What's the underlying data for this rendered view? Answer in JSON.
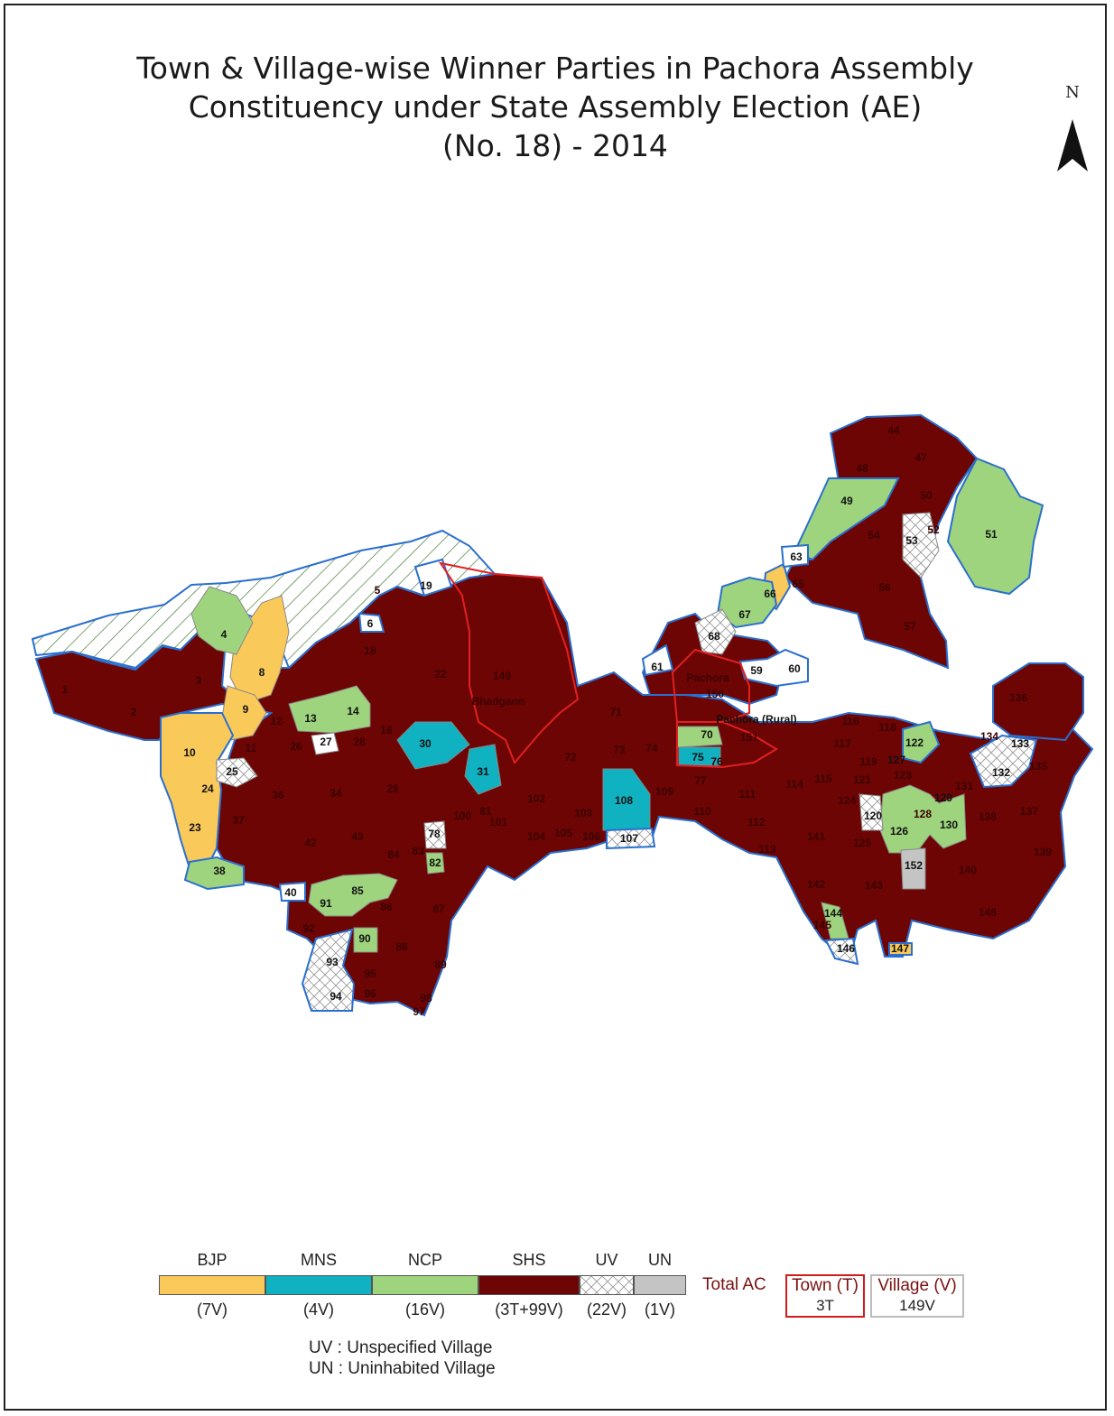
{
  "title": {
    "line1": "Town & Village-wise Winner Parties in Pachora Assembly",
    "line2": "Constituency under State Assembly Election (AE)",
    "line3": "(No. 18) - 2014"
  },
  "north_label": "N",
  "colors": {
    "bjp": "#f9c95a",
    "mns": "#10b1c0",
    "ncp": "#9fd47e",
    "shs": "#6e0505",
    "uv": "#ffffff",
    "un": "#c4c4c4",
    "town_border": "#e02020",
    "outline": "#2a6fcf"
  },
  "map_labels": {
    "towns": [
      "Bhadgaon",
      "Pachora",
      "Pachora (Rural)"
    ],
    "bjp_villages": [
      "8",
      "9",
      "10",
      "23",
      "24",
      "66",
      "147"
    ],
    "mns_villages": [
      "30",
      "31",
      "75",
      "108"
    ],
    "ncp_villages": [
      "4",
      "13",
      "14",
      "38",
      "49",
      "51",
      "67",
      "70",
      "82",
      "85",
      "90",
      "91",
      "122",
      "126",
      "129",
      "130",
      "144"
    ],
    "uv_villages": [
      "6",
      "19",
      "25",
      "27",
      "40",
      "53",
      "59",
      "60",
      "61",
      "63",
      "68",
      "78",
      "93",
      "94",
      "107",
      "120",
      "127",
      "132",
      "133",
      "146"
    ],
    "un_villages": [
      "152"
    ],
    "shs_villages": [
      "1",
      "2",
      "3",
      "5",
      "11",
      "12",
      "16",
      "18",
      "22",
      "26",
      "28",
      "29",
      "34",
      "36",
      "37",
      "42",
      "43",
      "44",
      "47",
      "48",
      "50",
      "52",
      "54",
      "56",
      "57",
      "65",
      "71",
      "72",
      "73",
      "74",
      "76",
      "77",
      "81",
      "83",
      "84",
      "86",
      "87",
      "88",
      "89",
      "92",
      "95",
      "96",
      "97",
      "98",
      "100",
      "101",
      "102",
      "103",
      "104",
      "105",
      "106",
      "109",
      "110",
      "111",
      "112",
      "113",
      "114",
      "115",
      "116",
      "117",
      "118",
      "119",
      "121",
      "123",
      "124",
      "125",
      "128",
      "131",
      "134",
      "135",
      "136",
      "137",
      "138",
      "139",
      "140",
      "141",
      "142",
      "143",
      "145",
      "148",
      "149",
      "150",
      "151"
    ]
  },
  "legend": {
    "parties": [
      {
        "name": "BJP",
        "count": "(7V)"
      },
      {
        "name": "MNS",
        "count": "(4V)"
      },
      {
        "name": "NCP",
        "count": "(16V)"
      },
      {
        "name": "SHS",
        "count": "(3T+99V)"
      },
      {
        "name": "UV",
        "count": "(22V)"
      },
      {
        "name": "UN",
        "count": "(1V)"
      }
    ],
    "total_ac_label": "Total AC",
    "town_box": {
      "label": "Town (T)",
      "value": "3T"
    },
    "village_box": {
      "label": "Village (V)",
      "value": "149V"
    },
    "notes": [
      "UV : Unspecified Village",
      "UN : Uninhabited Village"
    ]
  }
}
